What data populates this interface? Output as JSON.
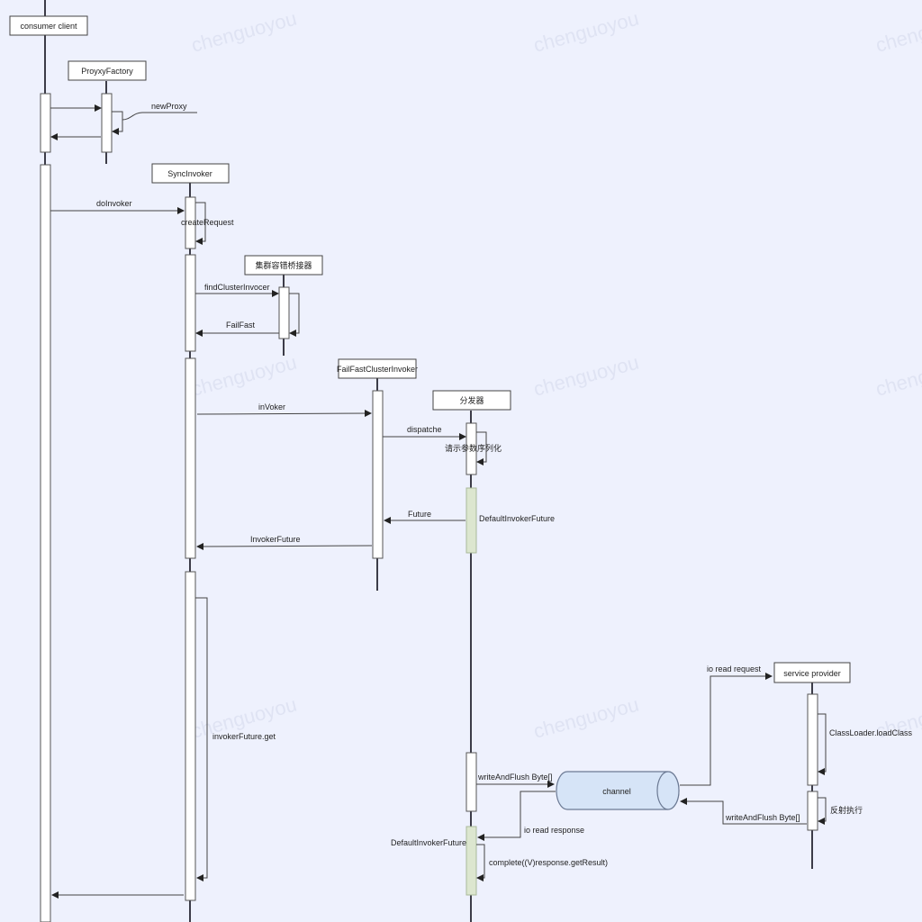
{
  "watermark": "chenguoyou",
  "participants": {
    "consumer": "consumer client",
    "proxy_factory": "ProyxyFactory",
    "sync_invoker": "SyncInvoker",
    "cluster_bridge": "集群容错桥接器",
    "failfast_invoker": "FailFastClusterInvoker",
    "dispatcher": "分发器",
    "channel": "channel",
    "provider": "service provider"
  },
  "messages": {
    "new_proxy": "newProxy",
    "do_invoker": "doInvoker",
    "create_request": "createRequest",
    "find_cluster_invocer": "findClusterInvocer",
    "fail_fast": "FailFast",
    "invoker": "inVoker",
    "dispatche": "dispatche",
    "serialize": "请示参数序列化",
    "future": "Future",
    "default_invoker_future_1": "DefaultInvokerFuture",
    "invoker_future": "InvokerFuture",
    "invoker_future_get": "invokerFuture.get",
    "write_and_flush_1": "writeAndFlush Byte[]",
    "io_read_request": "io read   request",
    "classloader": "ClassLoader.loadClass",
    "reflect_exec": "反射执行",
    "write_and_flush_2": "writeAndFlush Byte[]",
    "io_read_response": "io read   response",
    "default_invoker_future_2": "DefaultInvokerFuture",
    "complete": "complete((V)response.getResult)"
  },
  "colors": {
    "background": "#eef1fd",
    "future_activation": "#dce6cf",
    "channel_fill": "#d6e4f7"
  }
}
